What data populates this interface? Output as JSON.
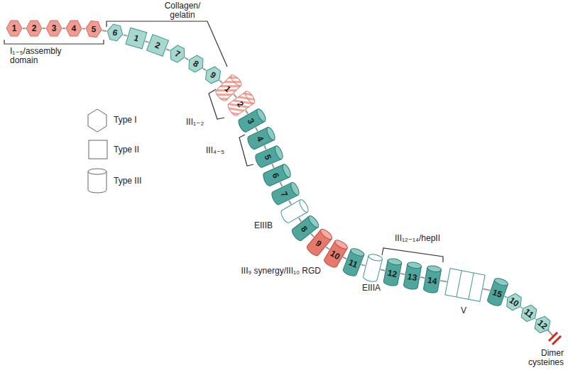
{
  "diagram": {
    "nodes": [
      {
        "text": [
          "1"
        ]
      },
      {
        "text": [
          "2"
        ]
      },
      {
        "text": [
          "3"
        ]
      },
      {
        "text": [
          "4"
        ]
      },
      {
        "text": [
          "5"
        ]
      },
      {
        "text": [
          "6"
        ]
      },
      {
        "text": [
          "1"
        ]
      },
      {
        "text": [
          "2"
        ]
      },
      {
        "text": [
          "7"
        ]
      },
      {
        "text": [
          "8"
        ]
      },
      {
        "text": [
          "9"
        ]
      },
      {
        "text": [
          "1"
        ]
      },
      {
        "text": [
          "2"
        ]
      },
      {
        "text": [
          "3"
        ]
      },
      {
        "text": [
          "4"
        ]
      },
      {
        "text": [
          "5"
        ]
      },
      {
        "text": [
          "6"
        ]
      },
      {
        "text": [
          "7"
        ]
      },
      {
        "text": [
          "EIIIB"
        ]
      },
      {
        "text": [
          "8"
        ]
      },
      {
        "text": [
          "9"
        ]
      },
      {
        "text": [
          "10"
        ]
      },
      {
        "text": [
          "11"
        ]
      },
      {
        "text": [
          "EIIIA"
        ]
      },
      {
        "text": [
          "12"
        ]
      },
      {
        "text": [
          "13"
        ]
      },
      {
        "text": [
          "14"
        ]
      },
      {
        "text": [
          "V"
        ]
      },
      {
        "text": [
          "15"
        ]
      },
      {
        "text": [
          "10"
        ]
      },
      {
        "text": [
          "11"
        ]
      },
      {
        "text": [
          "12"
        ]
      }
    ],
    "edges": [
      {
        "from": 0,
        "to": 1,
        "arrow": "none"
      },
      {
        "from": 1,
        "to": 2,
        "arrow": "none"
      },
      {
        "from": 2,
        "to": 3,
        "arrow": "none"
      },
      {
        "from": 3,
        "to": 4,
        "arrow": "none"
      },
      {
        "from": 4,
        "to": 5,
        "arrow": "none"
      },
      {
        "from": 5,
        "to": 6,
        "arrow": "none"
      },
      {
        "from": 6,
        "to": 7,
        "arrow": "none"
      },
      {
        "from": 7,
        "to": 8,
        "arrow": "none"
      },
      {
        "from": 8,
        "to": 9,
        "arrow": "none"
      },
      {
        "from": 9,
        "to": 10,
        "arrow": "none"
      },
      {
        "from": 10,
        "to": 11,
        "arrow": "none"
      },
      {
        "from": 11,
        "to": 12,
        "arrow": "none"
      },
      {
        "from": 12,
        "to": 13,
        "arrow": "none"
      },
      {
        "from": 13,
        "to": 14,
        "arrow": "none"
      },
      {
        "from": 14,
        "to": 15,
        "arrow": "none"
      },
      {
        "from": 15,
        "to": 16,
        "arrow": "none"
      },
      {
        "from": 16,
        "to": 17,
        "arrow": "none"
      },
      {
        "from": 17,
        "to": 18,
        "arrow": "none"
      },
      {
        "from": 18,
        "to": 19,
        "arrow": "none"
      },
      {
        "from": 19,
        "to": 20,
        "arrow": "none"
      },
      {
        "from": 20,
        "to": 21,
        "arrow": "none"
      },
      {
        "from": 21,
        "to": 22,
        "arrow": "none"
      },
      {
        "from": 22,
        "to": 23,
        "arrow": "none"
      },
      {
        "from": 23,
        "to": 24,
        "arrow": "none"
      },
      {
        "from": 24,
        "to": 25,
        "arrow": "none"
      },
      {
        "from": 25,
        "to": 26,
        "arrow": "none"
      },
      {
        "from": 26,
        "to": 27,
        "arrow": "none"
      },
      {
        "from": 27,
        "to": 28,
        "arrow": "none"
      },
      {
        "from": 28,
        "to": 29,
        "arrow": "none"
      },
      {
        "from": 29,
        "to": 30,
        "arrow": "none"
      },
      {
        "from": 30,
        "to": 31,
        "arrow": "none"
      }
    ],
    "labels": [
      "I₁₋₅/assembly domain",
      "Collagen/ gelatin",
      "III₁₋₂",
      "III₄₋₅",
      "III₉ synergy/III₁₀ RGD",
      "III₁₂₋₁₄/hepII",
      "Dimer cysteines"
    ],
    "legend": [
      {
        "text": "Type I"
      },
      {
        "text": "Type II"
      },
      {
        "text": "Type III"
      }
    ]
  }
}
